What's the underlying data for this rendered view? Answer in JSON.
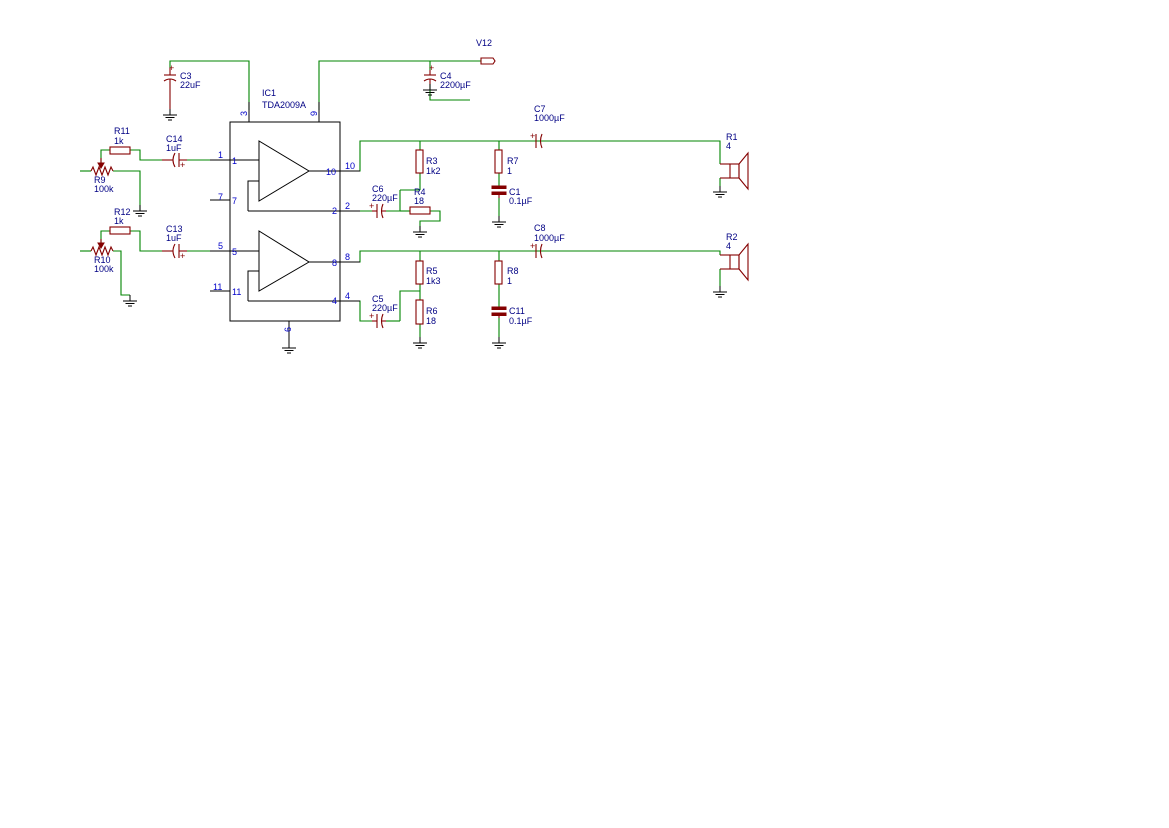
{
  "power": {
    "net": "V12"
  },
  "ic": {
    "ref": "IC1",
    "value": "TDA2009A",
    "pins": [
      "1",
      "2",
      "3",
      "4",
      "5",
      "6",
      "7",
      "8",
      "9",
      "10",
      "11"
    ]
  },
  "resistors": {
    "R3": {
      "ref": "R3",
      "value": "1k2"
    },
    "R4": {
      "ref": "R4",
      "value": "18"
    },
    "R5": {
      "ref": "R5",
      "value": "1k3"
    },
    "R6": {
      "ref": "R6",
      "value": "18"
    },
    "R7": {
      "ref": "R7",
      "value": "1"
    },
    "R8": {
      "ref": "R8",
      "value": "1"
    },
    "R11": {
      "ref": "R11",
      "value": "1k"
    },
    "R12": {
      "ref": "R12",
      "value": "1k"
    }
  },
  "pots": {
    "R9": {
      "ref": "R9",
      "value": "100k"
    },
    "R10": {
      "ref": "R10",
      "value": "100k"
    }
  },
  "capacitors": {
    "C1": {
      "ref": "C1",
      "value": "0.1µF"
    },
    "C3": {
      "ref": "C3",
      "value": "22uF"
    },
    "C4": {
      "ref": "C4",
      "value": "2200µF"
    },
    "C5": {
      "ref": "C5",
      "value": "220µF"
    },
    "C6": {
      "ref": "C6",
      "value": "220µF"
    },
    "C7": {
      "ref": "C7",
      "value": "1000µF"
    },
    "C8": {
      "ref": "C8",
      "value": "1000µF"
    },
    "C11": {
      "ref": "C11",
      "value": "0.1µF"
    },
    "C13": {
      "ref": "C13",
      "value": "1uF"
    },
    "C14": {
      "ref": "C14",
      "value": "1uF"
    }
  },
  "speakers": {
    "R1": {
      "ref": "R1",
      "value": "4"
    },
    "R2": {
      "ref": "R2",
      "value": "4"
    }
  },
  "polarity": "+"
}
